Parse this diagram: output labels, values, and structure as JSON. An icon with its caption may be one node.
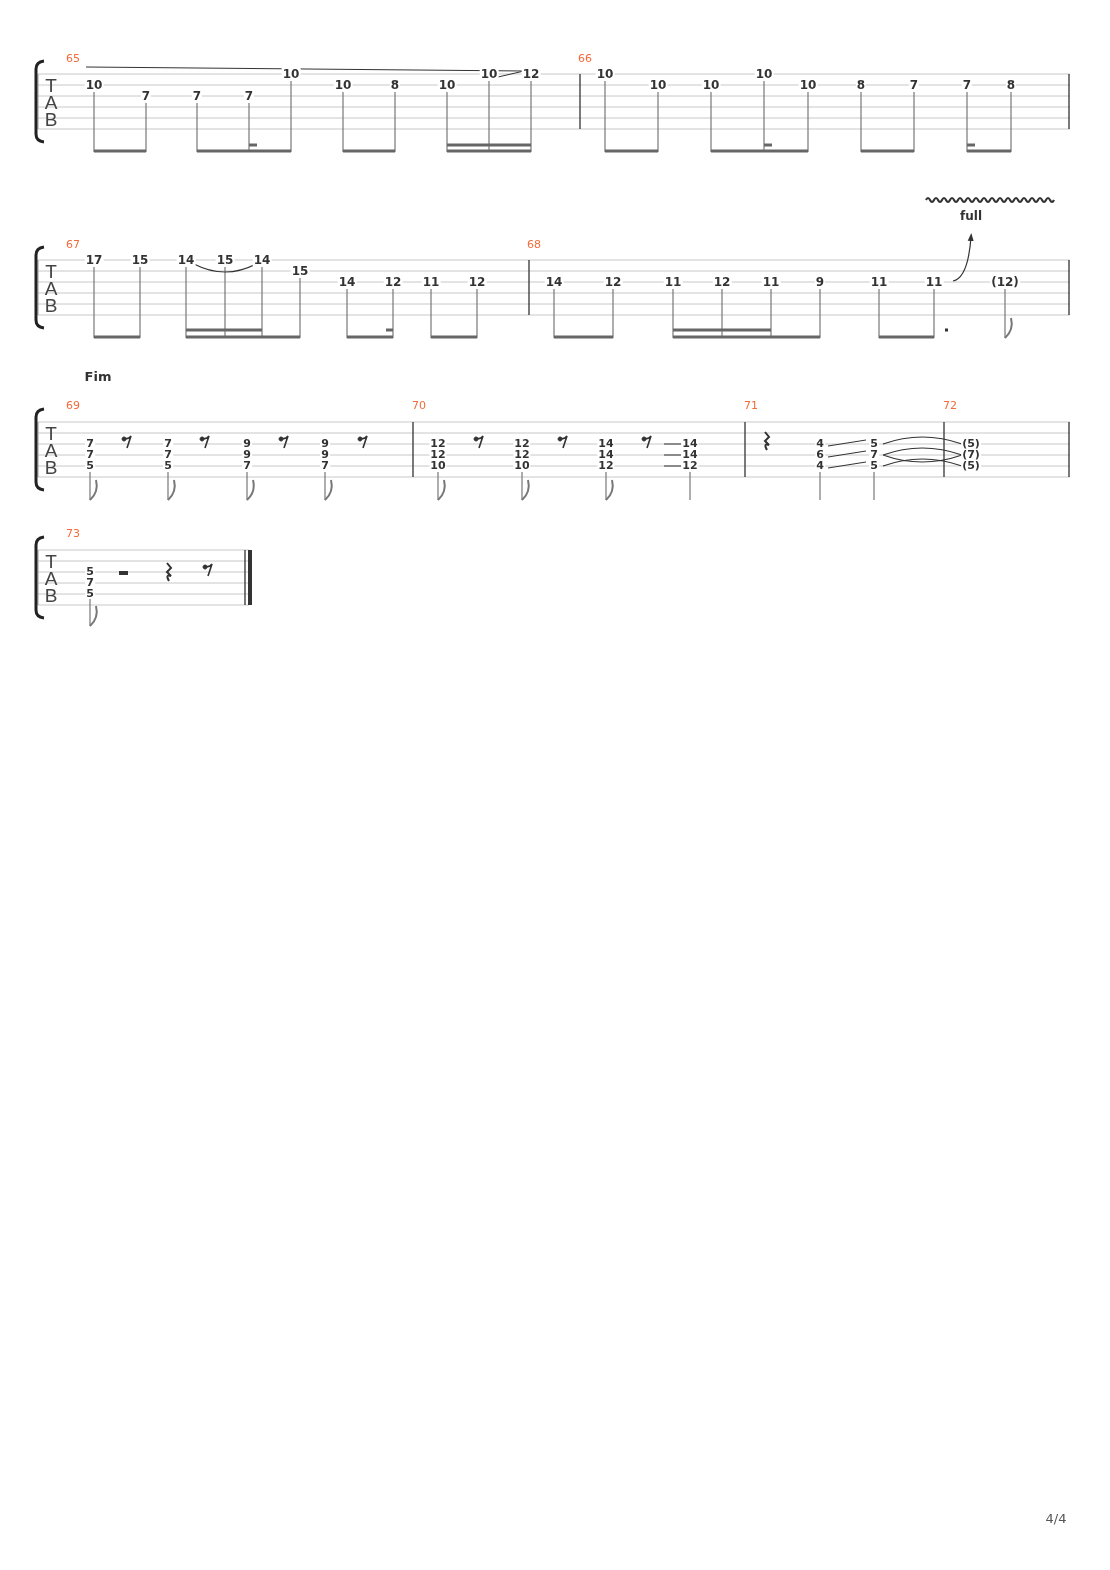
{
  "diagram": {
    "labels": [
      "65",
      "T",
      "A",
      "B",
      "10",
      "7",
      "7",
      "7",
      "10",
      "10",
      "8",
      "10",
      "10",
      "12",
      "66",
      "10",
      "10",
      "10",
      "10",
      "10",
      "8",
      "7",
      "7",
      "8",
      "full",
      "67",
      "T",
      "A",
      "B",
      "17",
      "15",
      "14",
      "15",
      "14",
      "15",
      "14",
      "12",
      "11",
      "12",
      "68",
      "14",
      "12",
      "11",
      "12",
      "11",
      "9",
      "11",
      "11",
      "(12)",
      "Fim",
      "69",
      "T",
      "A",
      "B",
      "7",
      "7",
      "5",
      "7",
      "7",
      "5",
      "9",
      "9",
      "7",
      "9",
      "9",
      "7",
      "70",
      "12",
      "12",
      "10",
      "12",
      "12",
      "10",
      "14",
      "14",
      "12",
      "14",
      "14",
      "12",
      "71",
      "4",
      "6",
      "4",
      "5",
      "7",
      "5",
      "72",
      "(5)",
      "(7)",
      "(5)",
      "73",
      "T",
      "A",
      "B",
      "5",
      "7",
      "5",
      "4/4"
    ]
  }
}
